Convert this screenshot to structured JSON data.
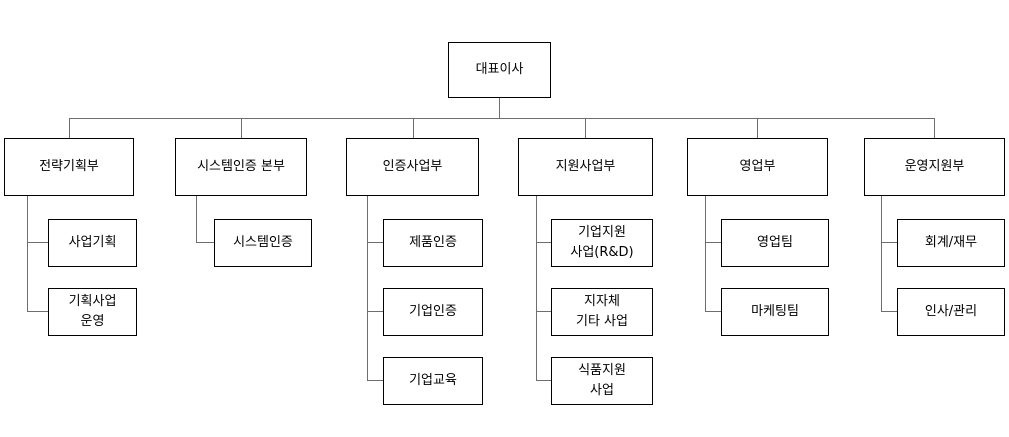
{
  "org": {
    "ceo": "대표이사",
    "departments": [
      {
        "name": "전략기획부",
        "teams": [
          "사업기획",
          "기획사업\n운영"
        ]
      },
      {
        "name": "시스템인증 본부",
        "teams": [
          "시스템인증"
        ]
      },
      {
        "name": "인증사업부",
        "teams": [
          "제품인증",
          "기업인증",
          "기업교육"
        ]
      },
      {
        "name": "지원사업부",
        "teams": [
          "기업지원\n사업(R&D)",
          "지자체\n기타 사업",
          "식품지원\n사업"
        ]
      },
      {
        "name": "영업부",
        "teams": [
          "영업팀",
          "마케팅팀"
        ]
      },
      {
        "name": "운영지원부",
        "teams": [
          "회계/재무",
          "인사/관리"
        ]
      }
    ]
  },
  "colors": {
    "border": "#000000",
    "connector": "#6e6e6e",
    "background": "#ffffff"
  }
}
